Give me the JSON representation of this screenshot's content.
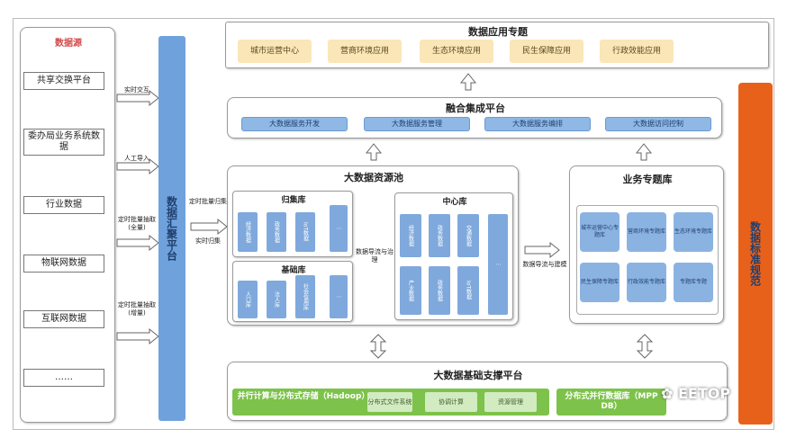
{
  "sources": {
    "title": "数据源",
    "items": [
      "共享交换平台",
      "委办局业务系统数据",
      "行业数据",
      "物联网数据",
      "互联网数据",
      "……"
    ]
  },
  "ingest_labels": [
    "实时交互",
    "人工导入",
    "定时批量抽取(全量)",
    "定时批量抽取(增量)"
  ],
  "aggregation_platform": "数据汇聚平台",
  "app_topics": {
    "title": "数据应用专题",
    "items": [
      "城市运营中心",
      "营商环境应用",
      "生态环境应用",
      "民生保障应用",
      "行政效能应用"
    ]
  },
  "fusion_platform": {
    "title": "融合集成平台",
    "items": [
      "大数据服务开发",
      "大数据服务管理",
      "大数据服务编排",
      "大数据访问控制"
    ]
  },
  "resource_pool": {
    "title": "大数据资源池",
    "archive": {
      "title": "归集库",
      "tiles": [
        "经济数据",
        "政务数据",
        "IoT数据",
        "⋮"
      ]
    },
    "base": {
      "title": "基础库",
      "tiles": [
        "人口库",
        "法人库",
        "社会信用库",
        "⋮"
      ]
    },
    "center": {
      "title": "中心库",
      "tiles": [
        "经济数据",
        "政务数据",
        "交通数据",
        "产业数据",
        "政务数据",
        "IoT数据",
        "⋮"
      ]
    },
    "left_labels": [
      "定时批量归集",
      "实时归集"
    ],
    "mid_label": "数据导流与治理",
    "right_label": "数据导流与建模"
  },
  "topic_db": {
    "title": "业务专题库",
    "items": [
      "城市运营中心专题库",
      "营商环境专题库",
      "生态环境专题库",
      "民生保障专题库",
      "行政效能专题库",
      "专题库专题"
    ]
  },
  "base_platform": {
    "title": "大数据基础支撑平台",
    "hadoop": "并行计算与分布式存储（Hadoop）",
    "hadoop_items": [
      "分布式文件系统",
      "协调计算",
      "资源管理"
    ],
    "mpp": "分布式并行数据库（MPP DB）"
  },
  "standards": "数据标准规范",
  "watermark": "EETOP",
  "colors": {
    "blue": "#6fa2dc",
    "orange": "#e8611a",
    "green": "#7dc24a",
    "yellow": "#fbe6b8"
  }
}
